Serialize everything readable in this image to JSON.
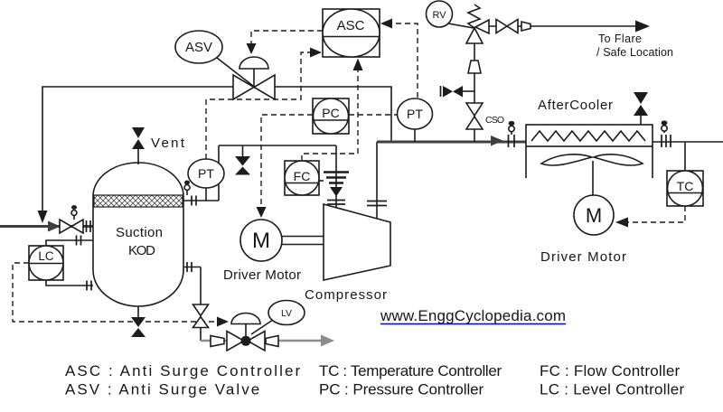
{
  "colors": {
    "ink": "#1c1c1c",
    "process_line": "#3f3f3f",
    "drain_line": "#8c8c8c",
    "link_blue": "#0000ee"
  },
  "instruments": {
    "asc": "ASC",
    "asv": "ASV",
    "rv": "RV",
    "pt_suction": "PT",
    "pt_discharge": "PT",
    "pc": "PC",
    "fc": "FC",
    "tc": "TC",
    "lc": "LC",
    "lv": "LV",
    "motor_compressor": "M",
    "motor_fan": "M"
  },
  "equipment": {
    "vessel_line1": "Suction",
    "vessel_line2": "KOD",
    "compressor": "Compressor",
    "aftercooler": "AfterCooler",
    "driver_motor_compressor": "Driver Motor",
    "driver_motor_fan": "Driver Motor"
  },
  "annotations": {
    "vent": "Vent",
    "cso": "CSO",
    "flare_line1": "To Flare",
    "flare_line2": "/ Safe Location"
  },
  "link": {
    "text": "www.EnggCyclopedia.com"
  },
  "legend": {
    "asc": "ASC : Anti Surge Controller",
    "asv": "ASV : Anti Surge Valve",
    "tc": "TC : Temperature Controller",
    "pc": "PC : Pressure Controller",
    "fc": "FC : Flow Controller",
    "lc": "LC : Level Controller"
  }
}
